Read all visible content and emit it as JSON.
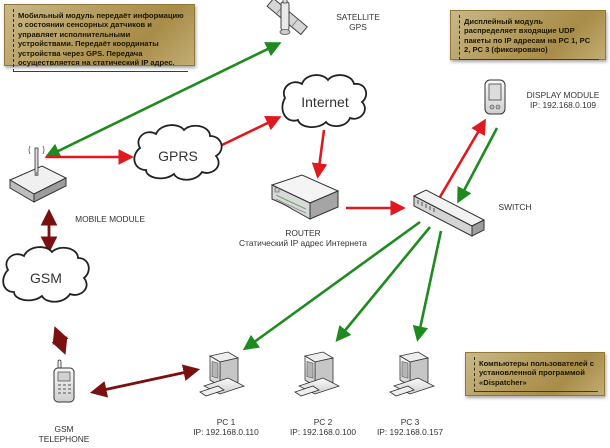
{
  "notes": {
    "mobile": "Мобильный модуль передаёт информацию о состоянии сенсорных датчиков и управляет исполнительными устройствами. Передаёт координаты устройства через GPS. Передача осуществляется на статический IP адрес.",
    "display": "Дисплейный модуль распределяет входящие UDP пакеты по IP адресам на PC 1, PC 2, PC 3 (фиксировано)",
    "computers": "Компьютеры пользователей с установленной программой «Dispatcher»"
  },
  "nodes": {
    "satellite": {
      "line1": "SATELLITE",
      "line2": "GPS"
    },
    "display_module": {
      "line1": "DISPLAY MODULE",
      "line2": "IP: 192.168.0.109"
    },
    "mobile_module": {
      "line1": "MOBILE MODULE"
    },
    "router": {
      "line1": "ROUTER",
      "line2": "Статический IP адрес Интернета"
    },
    "switch": {
      "line1": "SWITCH"
    },
    "gsm_telephone": {
      "line1": "GSM",
      "line2": "TELEPHONE"
    },
    "pc1": {
      "line1": "PC 1",
      "line2": "IP: 192.168.0.110"
    },
    "pc2": {
      "line1": "PC 2",
      "line2": "IP: 192.168.0.100"
    },
    "pc3": {
      "line1": "PC 3",
      "line2": "IP: 192.168.0.157"
    }
  },
  "clouds": {
    "internet": "Internet",
    "gprs": "GPRS",
    "gsm": "GSM"
  },
  "colors": {
    "red_arrow": "#e0191f",
    "green_arrow": "#1f8a1f",
    "darkred_arrow": "#7a1010",
    "note_bg": "#b59d5e"
  }
}
